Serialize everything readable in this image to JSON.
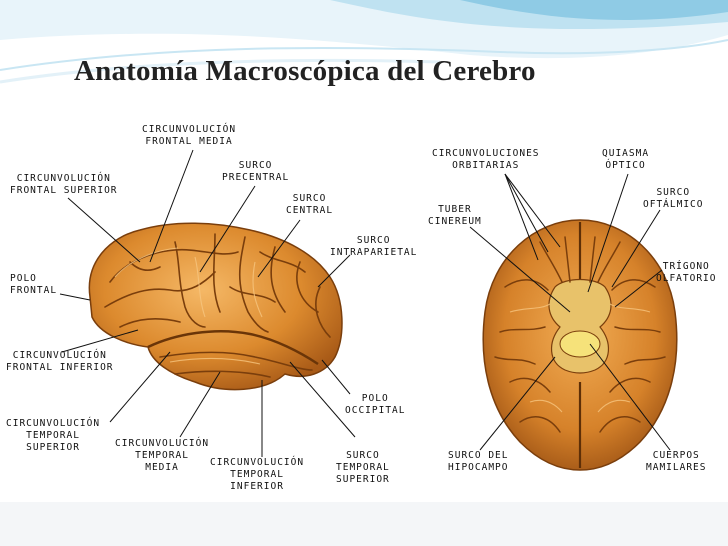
{
  "slide": {
    "title": "Anatomía Macroscópica del Cerebro"
  },
  "lateral_view": {
    "labels": {
      "frontal_media": "CIRCUNVOLUCIÓN\nFRONTAL MEDIA",
      "frontal_superior": "CIRCUNVOLUCIÓN\nFRONTAL SUPERIOR",
      "surco_precentral": "SURCO\nPRECENTRAL",
      "surco_central": "SURCO\nCENTRAL",
      "surco_intraparietal": "SURCO\nINTRAPARIETAL",
      "polo_frontal": "POLO\nFRONTAL",
      "frontal_inferior": "CIRCUNVOLUCIÓN\nFRONTAL INFERIOR",
      "temporal_superior": "CIRCUNVOLUCIÓN\nTEMPORAL\nSUPERIOR",
      "temporal_media": "CIRCUNVOLUCIÓN\nTEMPORAL\nMEDIA",
      "temporal_inferior": "CIRCUNVOLUCIÓN\nTEMPORAL\nINFERIOR",
      "polo_occipital": "POLO\nOCCIPITAL",
      "surco_temporal_superior": "SURCO\nTEMPORAL\nSUPERIOR"
    }
  },
  "inferior_view": {
    "labels": {
      "orbitarias": "CIRCUNVOLUCIONES\nORBITARIAS",
      "quiasma": "QUIASMA\nÓPTICO",
      "tuber": "TUBER\nCINEREUM",
      "surco_oftalmico": "SURCO\nOFTÁLMICO",
      "trigono": "TRÍGONO\nOLFATORIO",
      "hipocampo": "SURCO DEL\nHIPOCAMPO",
      "mamilares": "CUERPOS\nMAMILARES"
    }
  },
  "colors": {
    "brain_fill": "#d98a2f",
    "brain_light": "#f0b060",
    "brain_dark": "#7a3e0c",
    "swoosh": "#9fd3ea"
  }
}
